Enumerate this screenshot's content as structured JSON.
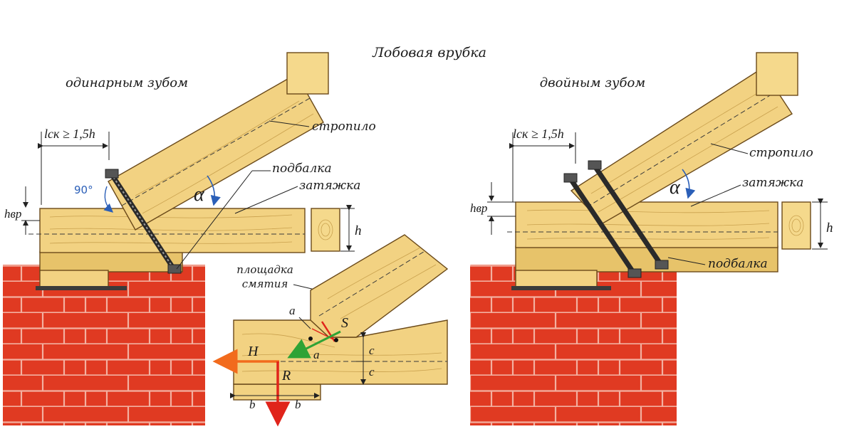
{
  "title": "Лобовая врубка",
  "left": {
    "heading": "одинарным зубом",
    "dim_lsk": "lск ≥ 1,5h",
    "angle90": "90°",
    "alpha": "α",
    "h_vr": "hвр",
    "h": "h",
    "labels": {
      "rafter": "стропило",
      "sub_beam": "подбалка",
      "tie": "затяжка"
    }
  },
  "detail": {
    "crush_area_line1": "площадка",
    "crush_area_line2": "смятия",
    "a_top": "a",
    "a_mid": "a",
    "S": "S",
    "H": "H",
    "R": "R",
    "c1": "c",
    "c2": "c",
    "b1": "b",
    "b2": "b"
  },
  "right": {
    "heading": "двойным зубом",
    "dim_lsk": "lск ≥ 1,5h",
    "alpha": "α",
    "h_vr": "hвр",
    "h": "h",
    "labels": {
      "rafter": "стропило",
      "tie": "затяжка",
      "sub_beam": "подбалка"
    }
  },
  "colors": {
    "brick": "#e03a22",
    "mortar": "#f3b0a0",
    "wood": "#f2d282",
    "force_H": "#f26b1d",
    "force_R": "#e0241b",
    "force_S": "#2fa335",
    "alpha_arrow": "#2b5fb8",
    "angle90": "#2b5fb8"
  }
}
